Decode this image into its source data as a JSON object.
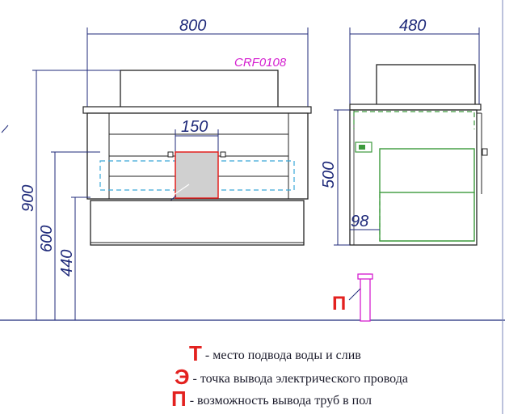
{
  "dimensions": {
    "width_front": "800",
    "width_side": "480",
    "height_total": "900",
    "height_top": "600",
    "height_shelf": "440",
    "window_width": "150",
    "side_height": "500",
    "side_depth_small": "98"
  },
  "model_code": "CRF0108",
  "markers": {
    "t": "Т",
    "p": "П"
  },
  "legend": [
    {
      "symbol": "Т",
      "text": "- место подвода воды и слив"
    },
    {
      "symbol": "Э",
      "text": "- точка вывода электрического провода"
    },
    {
      "symbol": "П",
      "text": "- возможность вывода труб в пол"
    }
  ],
  "colors": {
    "line": "#222222",
    "dimension": "#1f2a7a",
    "marker": "#e3211f",
    "code": "#d51fd0",
    "dashed": "#3aa8d8",
    "green": "#3c9a3c",
    "window_fill": "#d0d0d0",
    "pipe": "#d51fd0"
  }
}
